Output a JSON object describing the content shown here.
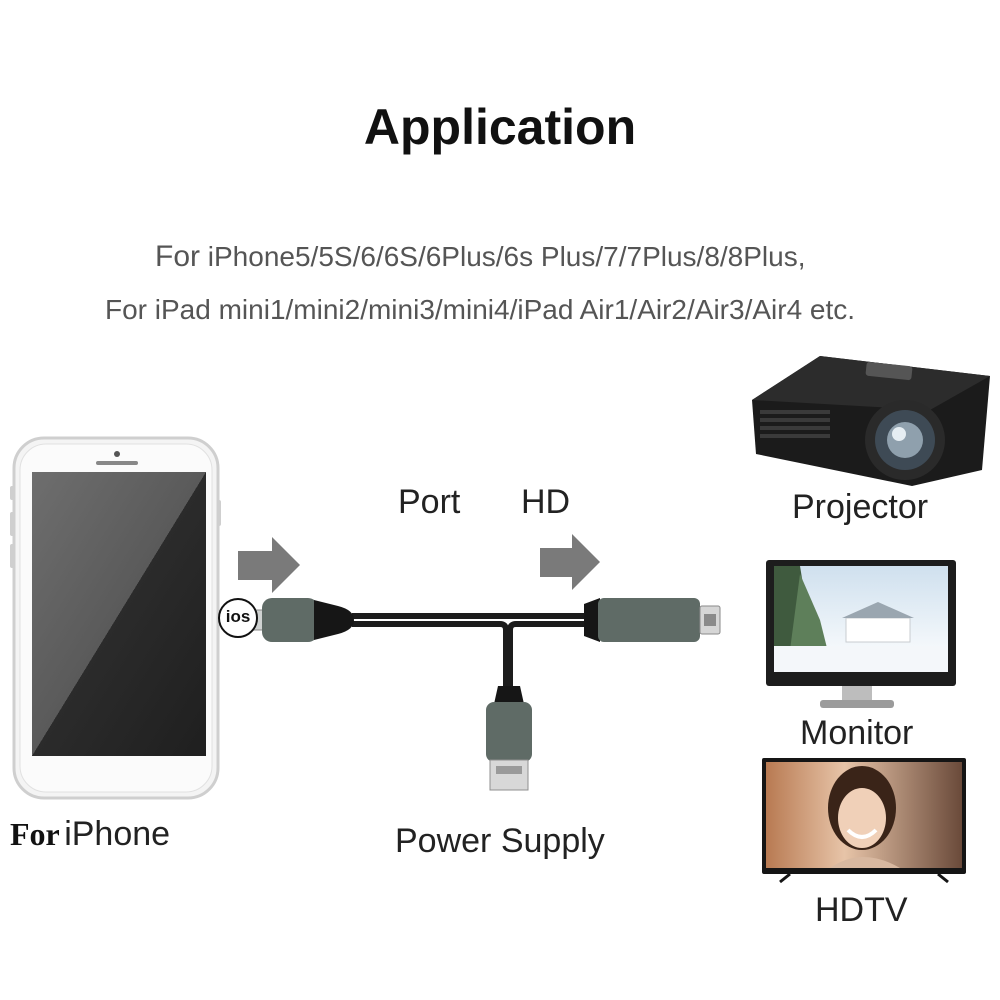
{
  "title": "Application",
  "compatibility": {
    "line1_lead": "For",
    "line1_rest": "iPhone5/5S/6/6S/6Plus/6s Plus/7/7Plus/8/8Plus,",
    "line2": "For iPad mini1/mini2/mini3/mini4/iPad Air1/Air2/Air3/Air4 etc."
  },
  "labels": {
    "port": "Port",
    "hd": "HD",
    "projector": "Projector",
    "monitor": "Monitor",
    "hdtv": "HDTV",
    "power_supply": "Power Supply",
    "iphone_for": "For",
    "iphone_name": "iPhone",
    "ios_badge": "ios"
  },
  "icons": [
    "smartphone-icon",
    "arrow-right-icon",
    "lightning-connector-icon",
    "hdmi-connector-icon",
    "usb-connector-icon",
    "projector-icon",
    "monitor-icon",
    "tv-icon"
  ],
  "colors": {
    "connector": "#5f6b66",
    "cable": "#1c1c1c",
    "arrow": "#7a7a7a"
  }
}
